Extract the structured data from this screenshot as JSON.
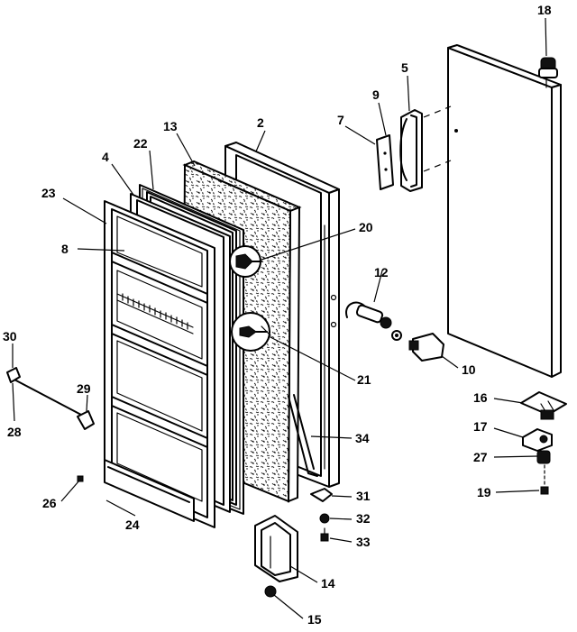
{
  "diagram": {
    "callouts": {
      "c2": "2",
      "c4": "4",
      "c5": "5",
      "c7": "7",
      "c8": "8",
      "c9": "9",
      "c10": "10",
      "c12": "12",
      "c13": "13",
      "c14": "14",
      "c15": "15",
      "c16": "16",
      "c17": "17",
      "c18": "18",
      "c19": "19",
      "c20": "20",
      "c21": "21",
      "c22": "22",
      "c23": "23",
      "c24": "24",
      "c26": "26",
      "c27": "27",
      "c28": "28",
      "c29": "29",
      "c30": "30",
      "c31": "31",
      "c32": "32",
      "c33": "33",
      "c34": "34"
    }
  }
}
